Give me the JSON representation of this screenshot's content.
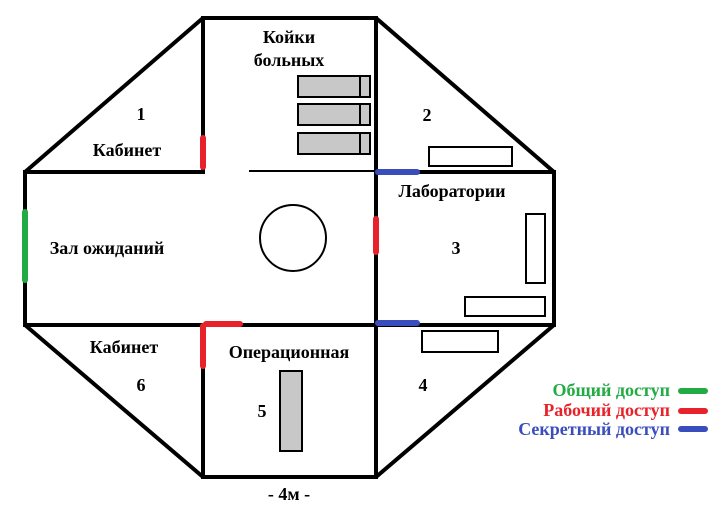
{
  "rooms": {
    "ward_label_line1": "Койки",
    "ward_label_line2": "больных",
    "office1_label": "Кабинет",
    "office1_number": "1",
    "lab_number": "2",
    "lab_label": "Лаборатории",
    "lab3_number": "3",
    "waiting_label": "Зал ожиданий",
    "office6_label": "Кабинет",
    "office6_number": "6",
    "operating_label": "Операционная",
    "operating_number": "5",
    "room4_number": "4"
  },
  "scale_label": "- 4м -",
  "legend": [
    {
      "label": "Общий доступ",
      "color": "#22aa44"
    },
    {
      "label": "Рабочий доступ",
      "color": "#e8222a"
    },
    {
      "label": "Секретный доступ",
      "color": "#3a4dbd"
    }
  ],
  "colors": {
    "public": "#22aa44",
    "staff": "#e8222a",
    "secret": "#3a4dbd",
    "equipment": "#c8c8c8"
  }
}
